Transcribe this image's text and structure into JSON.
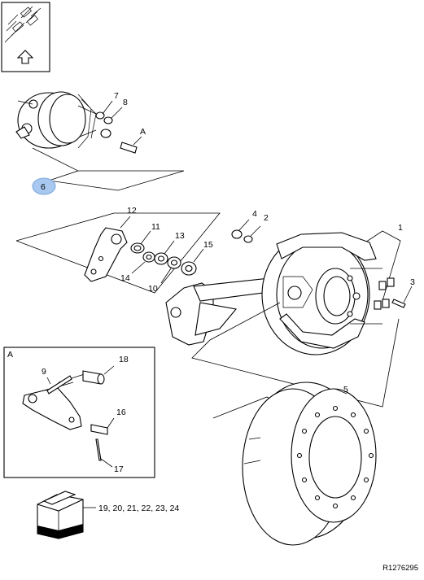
{
  "header_icon": {
    "name": "nav-up-arrow-icon"
  },
  "callouts": {
    "p1": "1",
    "p2": "2",
    "p3": "3",
    "p4": "4",
    "p5": "5",
    "p6": "6",
    "p7": "7",
    "p8": "8",
    "p9": "9",
    "p10": "10",
    "p11": "11",
    "p12": "12",
    "p13": "13",
    "p14": "14",
    "p15": "15",
    "p16": "16",
    "p17": "17",
    "p18": "18",
    "detail_ref": "A"
  },
  "detail_box": {
    "title": "A"
  },
  "kit": {
    "label": "19, 20, 21, 22, 23, 24"
  },
  "figure_ref": "R1276295",
  "colors": {
    "highlight_badge": "#a8c8f0",
    "badge_border": "#7aa6dc"
  }
}
